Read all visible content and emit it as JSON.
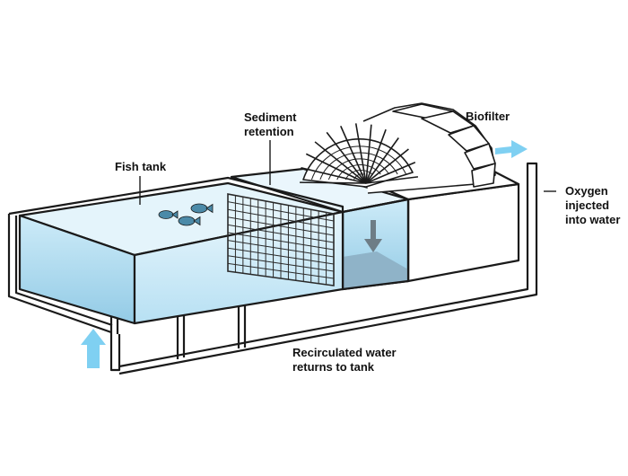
{
  "labels": {
    "fish_tank": "Fish tank",
    "sediment": [
      "Sediment",
      "retention"
    ],
    "biofilter": "Biofilter",
    "oxygen": [
      "Oxygen",
      "injected",
      "into water"
    ],
    "recirculated": [
      "Recirculated water",
      "returns to tank"
    ]
  },
  "colors": {
    "water_light": "#dff1fa",
    "water_mid": "#bfe3f4",
    "water_dark": "#9cd1ea",
    "sediment": "#8fb3c8",
    "arrow": "#7fd0f2",
    "down_arrow": "#6e7d86",
    "outline": "#1a1a1a"
  },
  "icons": {
    "flow_right": "right-arrow-icon",
    "flow_up": "up-arrow-icon",
    "settling_down": "down-arrow-icon",
    "fish": "fish-icon"
  }
}
